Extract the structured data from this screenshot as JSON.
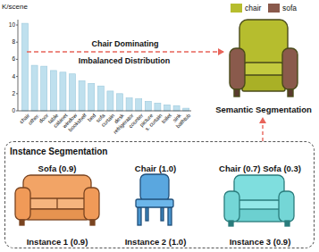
{
  "diagram": {
    "nodes": [
      {
        "text": [
          "Semantic Segmentation"
        ]
      },
      {
        "text": [
          "Instance Segmentation"
        ]
      },
      {
        "text": [
          "Sofa (0.9)",
          "Instance 1 (0.9)"
        ],
        "in": 1
      },
      {
        "text": [
          "Chair (1.0)",
          "Instance 2 (1.0)"
        ],
        "in": 1
      },
      {
        "text": [
          "Chair (0.7) Sofa (0.3)",
          "Instance 3 (0.9)"
        ],
        "in": 1
      }
    ],
    "edges": [
      {
        "from": 1,
        "to": 0,
        "arrow": "to"
      }
    ],
    "labels": [
      "K/scene",
      "0",
      "2",
      "4",
      "6",
      "8",
      "10",
      "chair",
      "other.",
      "door",
      "table",
      "cabinet",
      "window",
      "bookshelf",
      "bed",
      "sofa",
      "curtain",
      "desk",
      "refrigerator",
      "counter",
      "picture",
      "s. curtain",
      "toilet",
      "sink",
      "bathtub",
      "Chair Dominating",
      "Imbalanced Distribution"
    ],
    "legend": [
      {
        "text": "chair",
        "color": "#b6bd2e"
      },
      {
        "text": "sofa",
        "color": "#8a5a4c"
      }
    ]
  }
}
